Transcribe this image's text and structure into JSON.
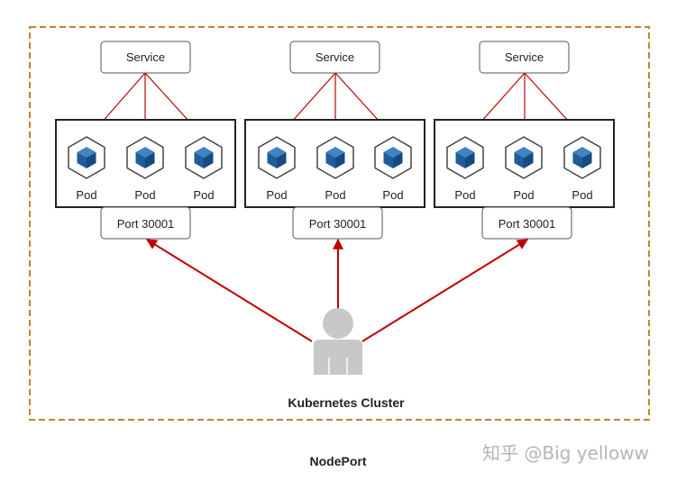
{
  "diagram": {
    "title": "NodePort",
    "cluster_label": "Kubernetes Cluster",
    "nodes": [
      {
        "service_label": "Service",
        "port_label": "Port 30001",
        "pods": [
          "Pod",
          "Pod",
          "Pod"
        ]
      },
      {
        "service_label": "Service",
        "port_label": "Port 30001",
        "pods": [
          "Pod",
          "Pod",
          "Pod"
        ]
      },
      {
        "service_label": "Service",
        "port_label": "Port 30001",
        "pods": [
          "Pod",
          "Pod",
          "Pod"
        ]
      }
    ],
    "client": {
      "icon": "user-icon"
    },
    "watermark": "知乎 @Big yelloww"
  },
  "colors": {
    "cluster_border": "#c97f2c",
    "arrow": "#c00000",
    "pod_cube": "#1f5c99",
    "user": "#c8c8c8",
    "box_border": "#222222"
  }
}
